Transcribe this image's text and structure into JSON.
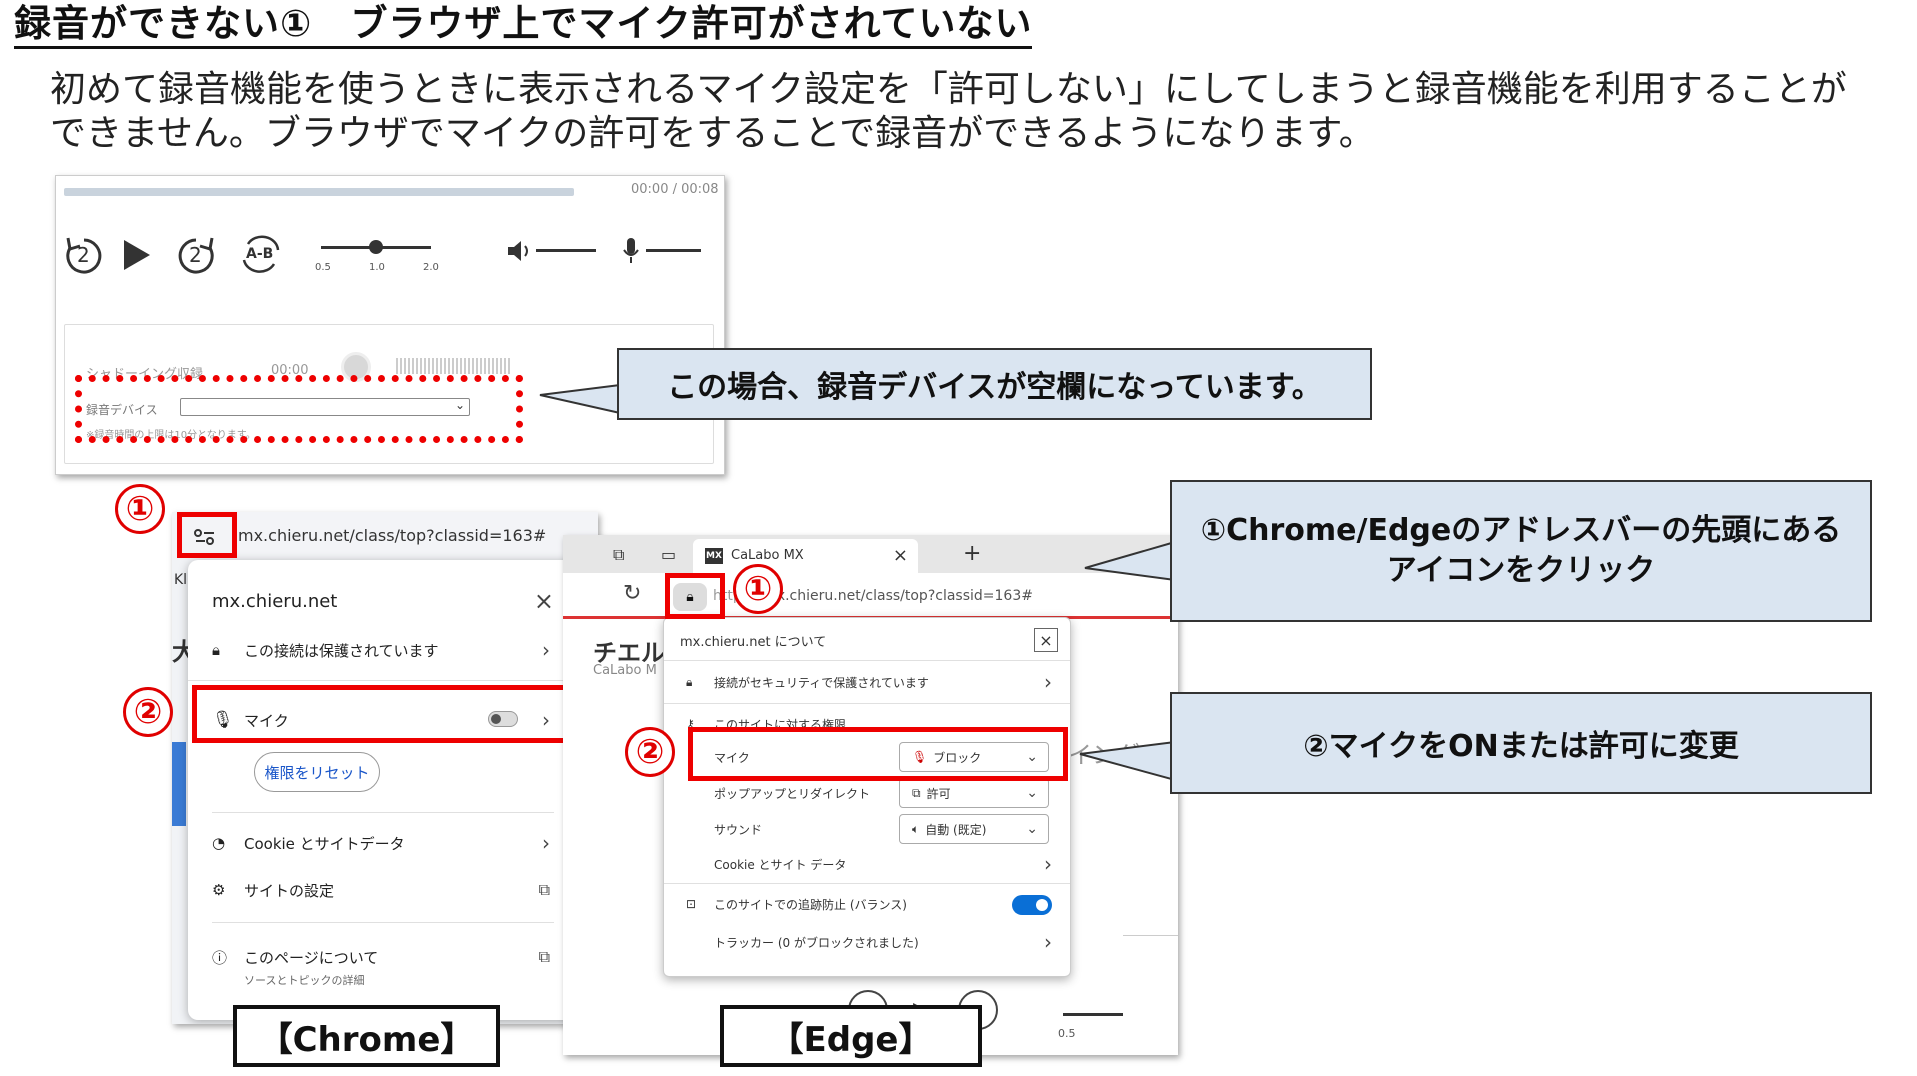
{
  "heading": "録音ができない①　ブラウザ上でマイク許可がされていない",
  "description": [
    "初めて録音機能を使うときに表示されるマイク設定を「許可しない」にしてしまうと録音機能を利用することが",
    "できません。ブラウザでマイクの許可をすることで録音ができるようになります。"
  ],
  "player": {
    "time": "00:00 / 00:08",
    "rewind_label": "2",
    "forward_label": "2",
    "ab_label": "A-B",
    "speed_ticks": [
      "0.5",
      "1.0",
      "2.0"
    ],
    "shadowing_label": "シャドーイング収録",
    "shadowing_time": "00:00",
    "device_label": "録音デバイス",
    "device_value": "",
    "note": "※録音時間の上限は10分となります。"
  },
  "callouts": {
    "empty_device": "この場合、録音デバイスが空欄になっています。",
    "step1_line1": "①Chrome/Edgeのアドレスバーの先頭にある",
    "step1_line2": "アイコンをクリック",
    "step2": "②マイクをONまたは許可に変更"
  },
  "badges": {
    "one": "①",
    "two": "②"
  },
  "chrome": {
    "url": "mx.chieru.net/class/top?classid=163#",
    "site": "mx.chieru.net",
    "close": "×",
    "connection": "この接続は保護されています",
    "mic": "マイク",
    "reset": "権限をリセット",
    "cookie": "Cookie とサイトデータ",
    "site_settings": "サイトの設定",
    "about_page": "このページについて",
    "about_sub": "ソースとトピックの詳細",
    "bg_left1": "Kl",
    "bg_left2": "大",
    "label": "【Chrome】"
  },
  "edge": {
    "tab_title": "CaLabo MX",
    "tab_close": "×",
    "new_tab": "+",
    "url_prefix": "https://",
    "url": "mx.chieru.net/class/top?classid=163#",
    "panel_title": "mx.chieru.net について",
    "close": "×",
    "connection": "接続がセキュリティで保護されています",
    "permissions": "このサイトに対する権限",
    "mic": "マイク",
    "mic_value": "ブロック",
    "popup": "ポップアップとリダイレクト",
    "popup_value": "許可",
    "sound": "サウンド",
    "sound_value": "自動 (既定)",
    "cookie": "Cookie とサイト データ",
    "tracking": "このサイトでの追跡防止 (バランス)",
    "trackers": "トラッカー (0 がブロックされました)",
    "bg_text1": "チエル",
    "bg_text2": "CaLabo M",
    "bg_text3": "イング",
    "bg_speed": "0.5",
    "label": "【Edge】"
  },
  "colors": {
    "accent_red": "#ee0000",
    "callout_bg": "#dae5f1",
    "edge_toggle": "#0a6fd6"
  }
}
